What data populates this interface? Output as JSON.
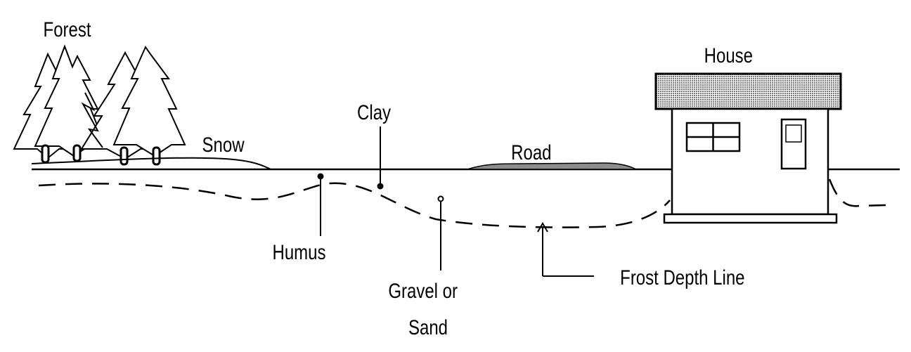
{
  "labels": {
    "forest": "Forest",
    "snow": "Snow",
    "clay": "Clay",
    "road": "Road",
    "house": "House",
    "humus": "Humus",
    "gravel_line1": "Gravel or",
    "gravel_line2": "Sand",
    "frost": "Frost Depth Line"
  },
  "colors": {
    "ink": "#000000",
    "background": "#ffffff",
    "roof_fill": "#b4b4b4"
  }
}
